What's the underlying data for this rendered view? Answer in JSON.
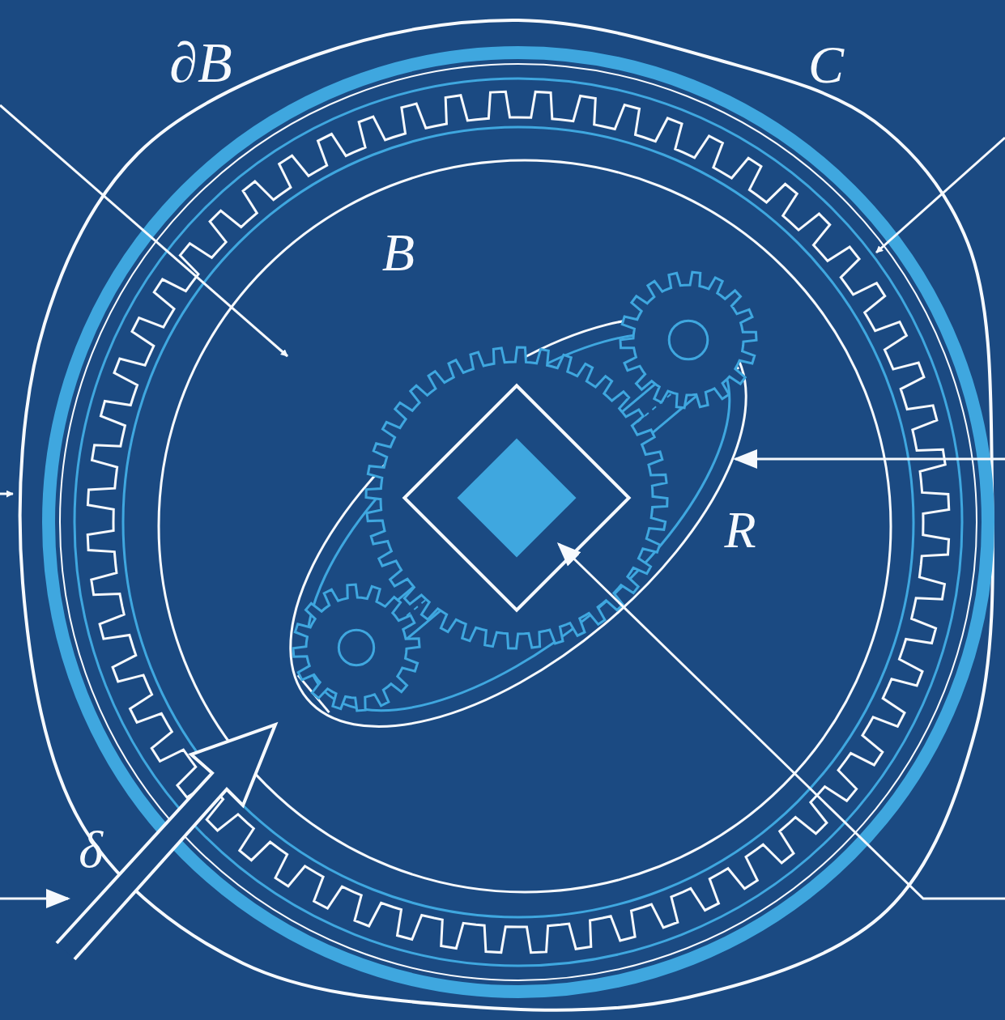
{
  "diagram": {
    "labels": [
      "∂B",
      "C",
      "B",
      "R",
      "δ"
    ]
  }
}
